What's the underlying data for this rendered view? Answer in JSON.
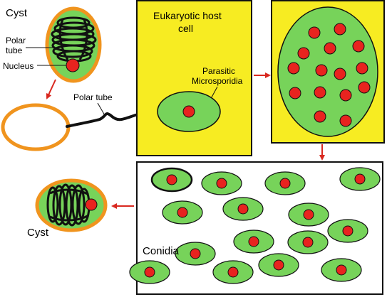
{
  "labels": {
    "cyst_top": "Cyst",
    "polar_tube_line1": "Polar",
    "polar_tube_line2": "tube",
    "nucleus": "Nucleus",
    "polar_tube": "Polar tube",
    "host_cell_line1": "Eukaryotic host",
    "host_cell_line2": "cell",
    "parasitic_line1": "Parasitic",
    "parasitic_line2": "Microsporidia",
    "conidia": "Conidia",
    "cyst_bottom": "Cyst"
  },
  "colors": {
    "host_cell_fill": "#f7ec22",
    "spore_fill": "#77d35a",
    "nucleus_fill": "#e8231f",
    "cyst_wall": "#f0941e",
    "arrow": "#d9281f",
    "outline": "#111111"
  },
  "counts": {
    "nuclei_in_dividing_cell": 15,
    "conidia_cells": 15
  }
}
